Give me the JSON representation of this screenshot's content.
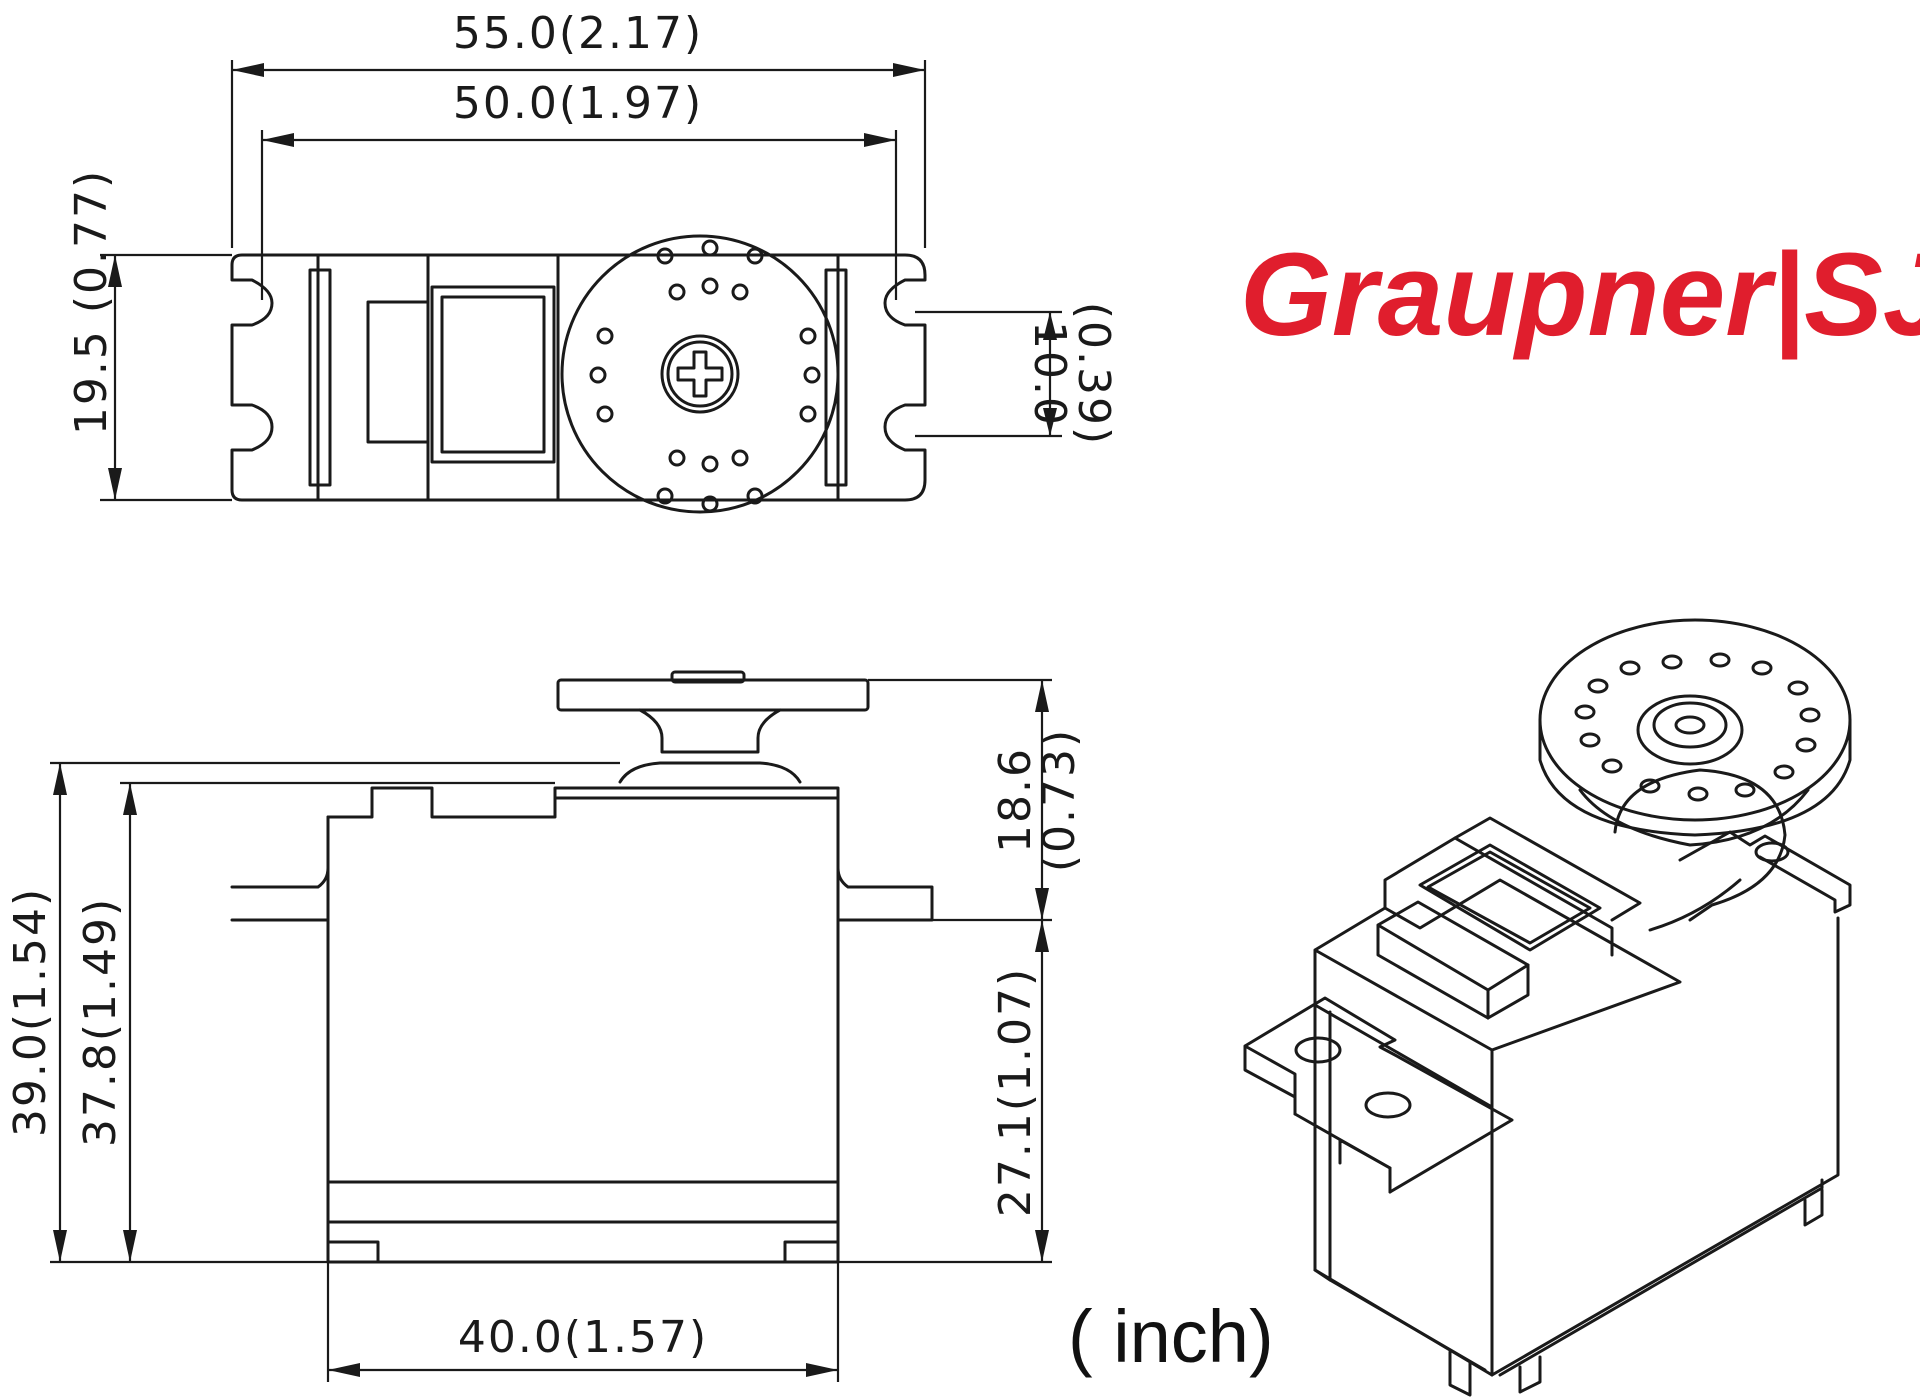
{
  "brand": {
    "logo_text": "Graupner|SJ",
    "color": "#e01e2d"
  },
  "units_note": "( inch)",
  "top_view": {
    "overall_width": "55.0(2.17)",
    "mount_hole_spacing": "50.0(1.97)",
    "body_width": "19.5 (0.77)",
    "hole_pair_spacing_mm": "10.0",
    "hole_pair_spacing_in": "(0.39)"
  },
  "side_view": {
    "overall_height": "39.0(1.54)",
    "case_height": "37.8(1.49)",
    "height_above_flange_mm": "18.6",
    "height_above_flange_in": "(0.73)",
    "height_below_flange": "27.1(1.07)",
    "case_length": "40.0(1.57)"
  },
  "iso_view": {
    "label": ""
  }
}
